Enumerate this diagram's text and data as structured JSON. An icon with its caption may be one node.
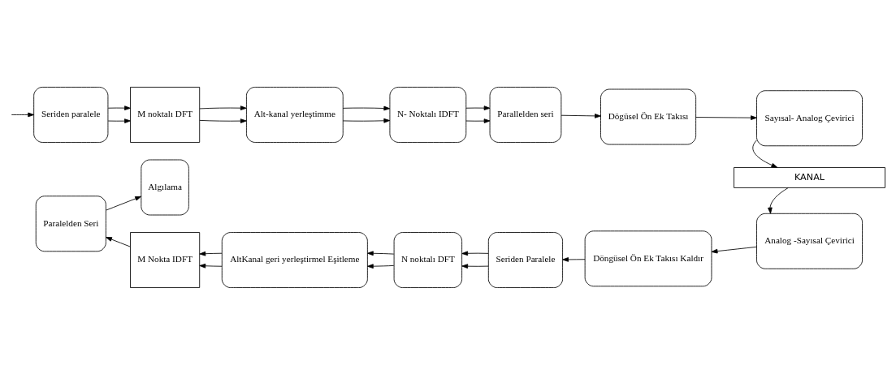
{
  "diagram": {
    "nodes": [
      {
        "text": [
          "Seriden paralele"
        ]
      },
      {
        "text": [
          "M noktalı DFT"
        ]
      },
      {
        "text": [
          "Alt-kanal yerleştimme"
        ]
      },
      {
        "text": [
          "N- Noktalı IDFT"
        ]
      },
      {
        "text": [
          "Parallelden seri"
        ]
      },
      {
        "text": [
          "Dögüsel Ön Ek Takısı"
        ]
      },
      {
        "text": [
          "Sayısal- Analog Çevirici"
        ]
      },
      {
        "text": [
          "KANAL"
        ]
      },
      {
        "text": [
          "Analog -Sayısal Çevirici"
        ]
      },
      {
        "text": [
          "Döngüsel Ön Ek Takısı Kaldır"
        ]
      },
      {
        "text": [
          "Seriden Paralele"
        ]
      },
      {
        "text": [
          "N noktalı DFT"
        ]
      },
      {
        "text": [
          "AltKanal geri yerleştirmel Eşitleme"
        ]
      },
      {
        "text": [
          "M Nokta IDFT"
        ]
      },
      {
        "text": [
          "Paralelden Seri"
        ]
      },
      {
        "text": [
          "Algılama"
        ]
      }
    ],
    "edges": [
      {
        "from": null,
        "to": 0,
        "arrow": "to"
      },
      {
        "from": 0,
        "to": 1,
        "arrow": "to"
      },
      {
        "from": 0,
        "to": 1,
        "arrow": "to"
      },
      {
        "from": 1,
        "to": 2,
        "arrow": "to"
      },
      {
        "from": 1,
        "to": 2,
        "arrow": "to"
      },
      {
        "from": 2,
        "to": 3,
        "arrow": "to"
      },
      {
        "from": 2,
        "to": 3,
        "arrow": "to"
      },
      {
        "from": 3,
        "to": 4,
        "arrow": "to"
      },
      {
        "from": 3,
        "to": 4,
        "arrow": "to"
      },
      {
        "from": 4,
        "to": 5,
        "arrow": "to"
      },
      {
        "from": 5,
        "to": 6,
        "arrow": "to"
      },
      {
        "from": 6,
        "to": 7,
        "arrow": "to"
      },
      {
        "from": 7,
        "to": 8,
        "arrow": "to"
      },
      {
        "from": 8,
        "to": 9,
        "arrow": "to"
      },
      {
        "from": 9,
        "to": 10,
        "arrow": "to"
      },
      {
        "from": 10,
        "to": 11,
        "arrow": "to"
      },
      {
        "from": 10,
        "to": 11,
        "arrow": "to"
      },
      {
        "from": 11,
        "to": 12,
        "arrow": "to"
      },
      {
        "from": 11,
        "to": 12,
        "arrow": "to"
      },
      {
        "from": 12,
        "to": 13,
        "arrow": "to"
      },
      {
        "from": 12,
        "to": 13,
        "arrow": "to"
      },
      {
        "from": 13,
        "to": 14,
        "arrow": "to"
      },
      {
        "from": 14,
        "to": 15,
        "arrow": "to"
      }
    ]
  }
}
